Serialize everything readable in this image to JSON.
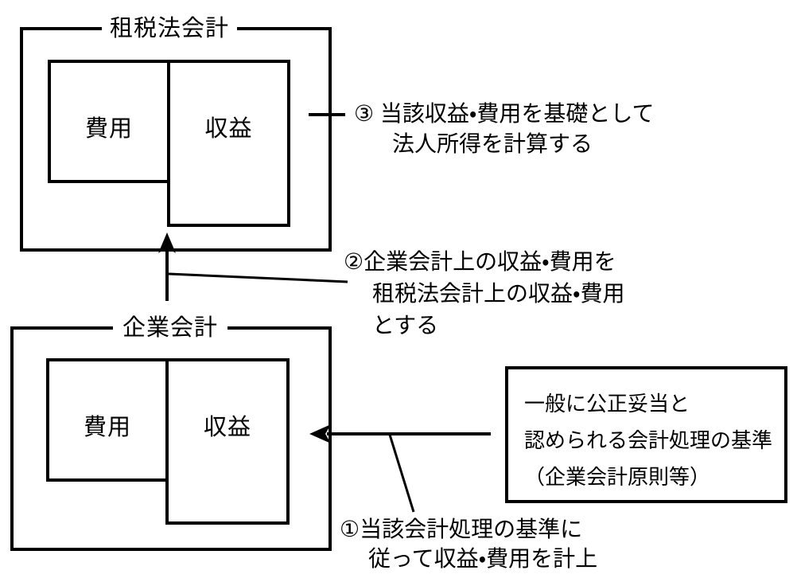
{
  "diagram": {
    "tax_box": {
      "title": "租税法会計",
      "expense_label": "費用",
      "revenue_label": "収益"
    },
    "corporate_box": {
      "title": "企業会計",
      "expense_label": "費用",
      "revenue_label": "収益"
    },
    "standards_box": {
      "line1": "一般に公正妥当と",
      "line2": "認められる会計処理の基準",
      "line3": "（企業会計原則等）"
    },
    "annotations": {
      "step1": {
        "line1": "①当該会計処理の基準に",
        "line2": "従って収益・費用を計上"
      },
      "step2": {
        "line1": "②企業会計上の収益・費用を",
        "line2": "租税法会計上の収益・費用",
        "line3": "とする"
      },
      "step3": {
        "line1": "③ 当該収益・費用を基礎として",
        "line2": "法人所得を計算する"
      }
    },
    "colors": {
      "line": "#000000",
      "background": "#ffffff",
      "text": "#000000"
    }
  }
}
